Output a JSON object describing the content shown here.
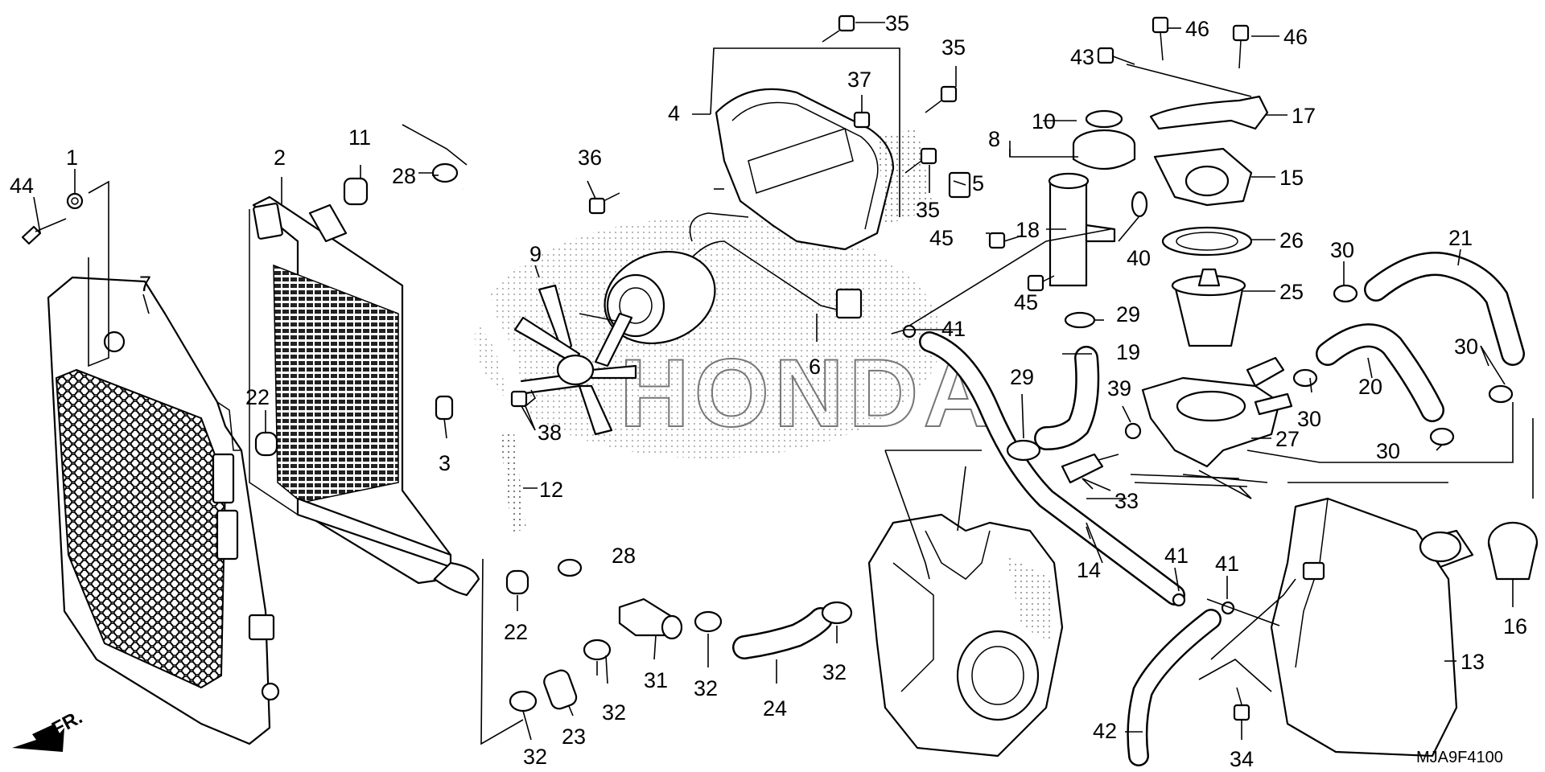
{
  "diagram": {
    "code": "MJA9F4100",
    "direction_label": "FR.",
    "watermark": "HONDA",
    "callouts": {
      "c1": "1",
      "c2": "2",
      "c3": "3",
      "c4": "4",
      "c5": "5",
      "c6": "6",
      "c7": "7",
      "c8": "8",
      "c9": "9",
      "c10": "10",
      "c11": "11",
      "c12": "12",
      "c13": "13",
      "c14": "14",
      "c15": "15",
      "c16": "16",
      "c17": "17",
      "c18": "18",
      "c19": "19",
      "c20": "20",
      "c21": "21",
      "c22a": "22",
      "c22b": "22",
      "c23": "23",
      "c24": "24",
      "c25": "25",
      "c26": "26",
      "c27": "27",
      "c28a": "28",
      "c28b": "28",
      "c29a": "29",
      "c29b": "29",
      "c30a": "30",
      "c30b": "30",
      "c30c": "30",
      "c30d": "30",
      "c31": "31",
      "c32a": "32",
      "c32b": "32",
      "c32c": "32",
      "c32d": "32",
      "c33": "33",
      "c34": "34",
      "c35a": "35",
      "c35b": "35",
      "c35c": "35",
      "c36": "36",
      "c37": "37",
      "c38": "38",
      "c39": "39",
      "c40": "40",
      "c41a": "41",
      "c41b": "41",
      "c41c": "41",
      "c42": "42",
      "c43": "43",
      "c44": "44",
      "c45a": "45",
      "c45b": "45",
      "c46a": "46",
      "c46b": "46"
    }
  }
}
